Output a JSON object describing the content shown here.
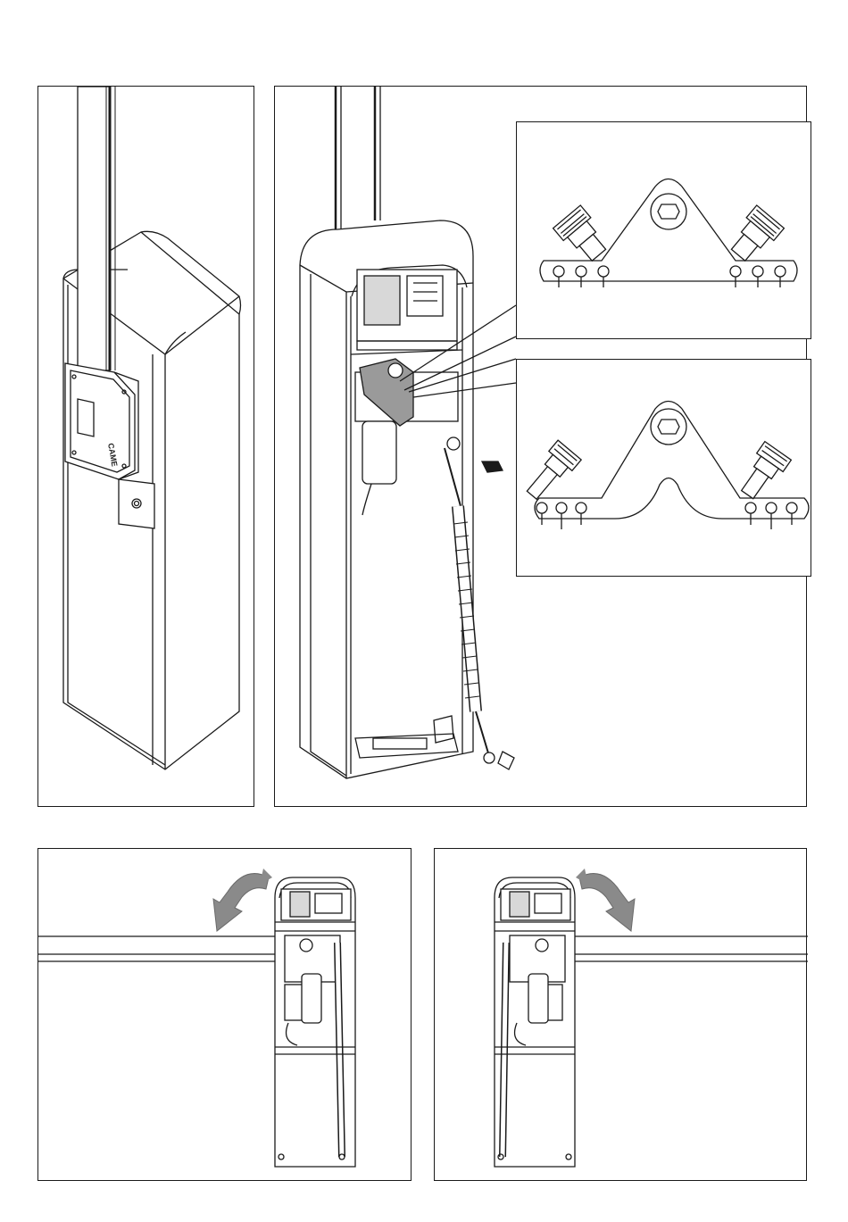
{
  "figure": {
    "brand_logo_text": "CAME",
    "colors": {
      "line": "#1a1a1a",
      "arrow_gray": "#8a8a8a",
      "plate_gray": "#9a9a9a",
      "light_gray": "#d8d8d8"
    },
    "panels": [
      {
        "id": "exterior-view",
        "contents": [
          "barrier-boom",
          "cabinet",
          "boom-mount",
          "logo"
        ]
      },
      {
        "id": "interior-view",
        "contents": [
          "motor-gearbox",
          "control-board",
          "balancing-spring",
          "spring-bracket"
        ]
      },
      {
        "id": "open-left-view",
        "arrow": "curved-arrow-left"
      },
      {
        "id": "open-right-view",
        "arrow": "curved-arrow-right"
      }
    ],
    "insets": [
      {
        "id": "lever-detail-top",
        "shape": "triangular-lever",
        "holes_per_side": 3
      },
      {
        "id": "lever-detail-bottom",
        "shape": "v-lever",
        "holes_per_side": 3
      }
    ]
  }
}
